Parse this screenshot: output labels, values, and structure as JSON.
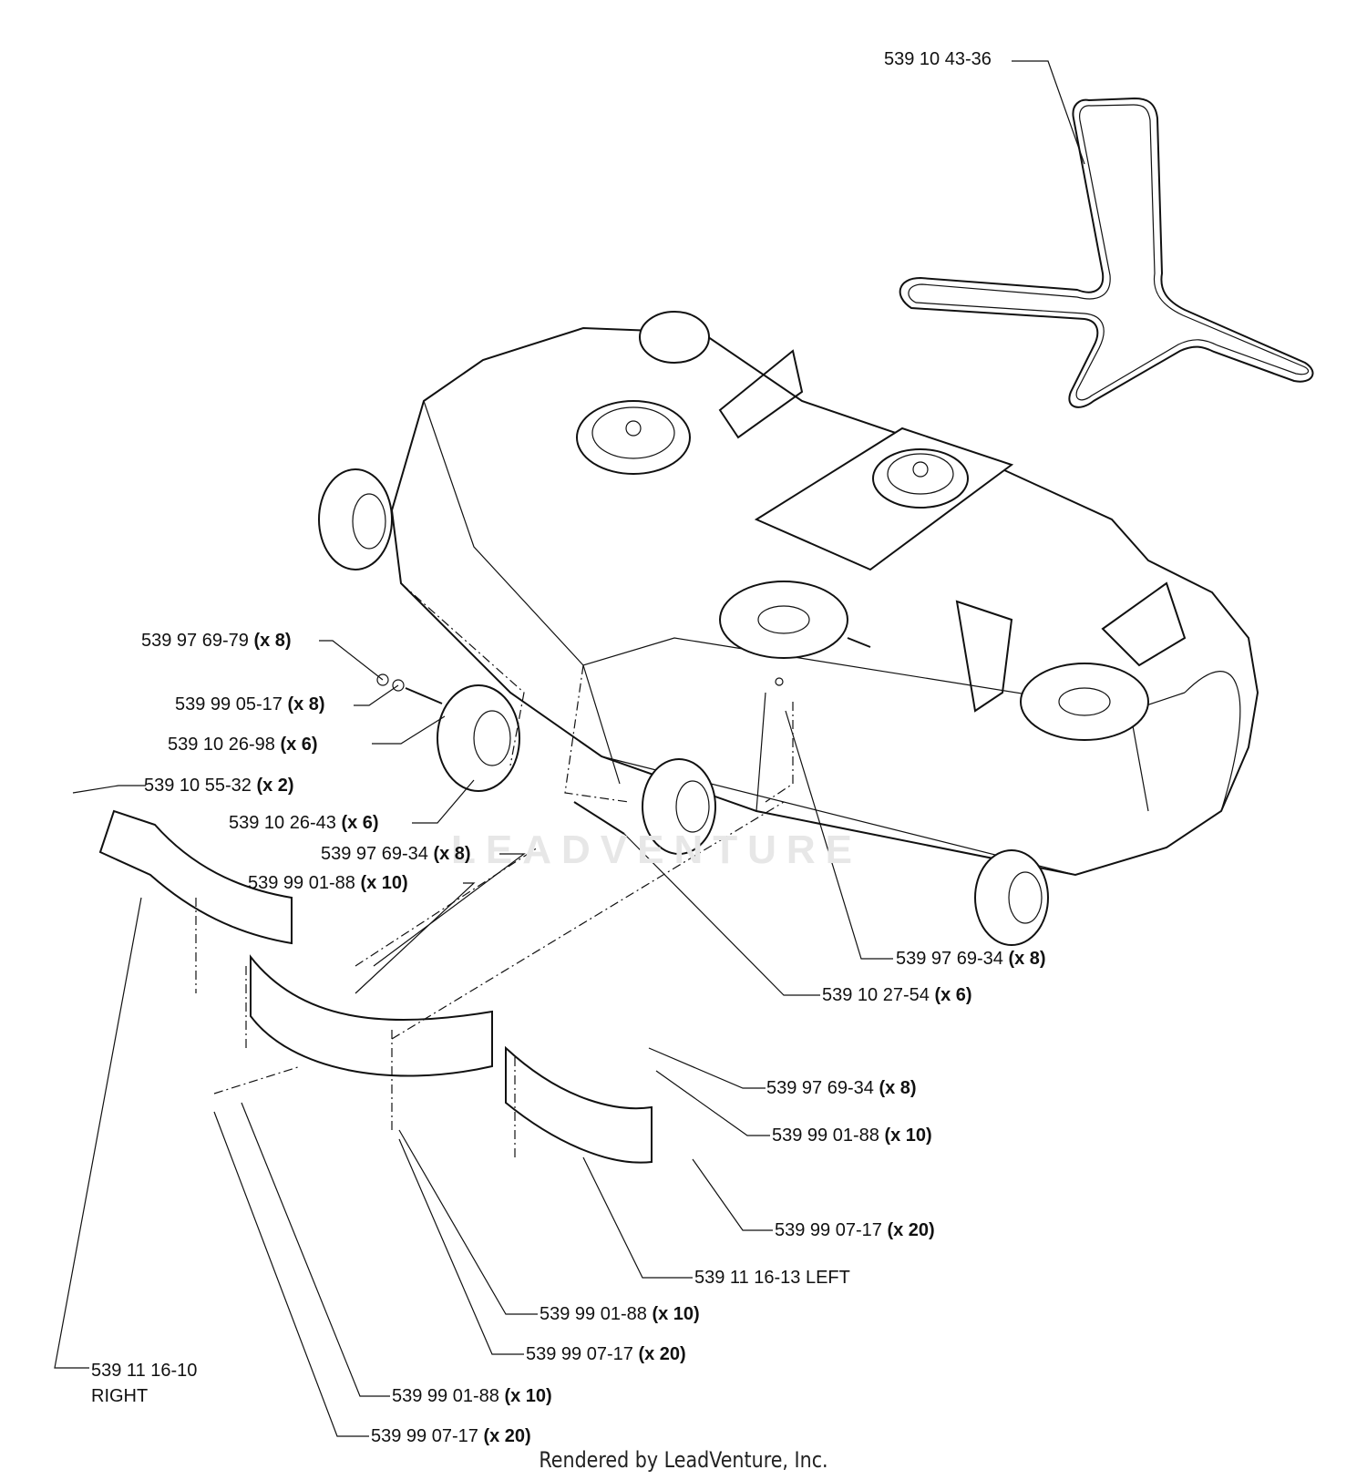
{
  "diagram": {
    "watermark": "LEADVENTURE",
    "footer": "Rendered by LeadVenture, Inc.",
    "callouts": [
      {
        "id": "belt",
        "part": "539 10 43-36",
        "qty": ""
      },
      {
        "id": "c1",
        "part": "539 97 69-79",
        "qty": "(x 8)"
      },
      {
        "id": "c2",
        "part": "539 99 05-17",
        "qty": "(x 8)"
      },
      {
        "id": "c3",
        "part": "539 10 26-98",
        "qty": "(x 6)"
      },
      {
        "id": "c4",
        "part": "539 10 55-32",
        "qty": "(x 2)"
      },
      {
        "id": "c5",
        "part": "539 10 26-43",
        "qty": "(x 6)"
      },
      {
        "id": "c6",
        "part": "539 97 69-34",
        "qty": "(x 8)"
      },
      {
        "id": "c7",
        "part": "539 99 01-88",
        "qty": "(x 10)"
      },
      {
        "id": "c8",
        "part": "539 97 69-34",
        "qty": "(x 8)"
      },
      {
        "id": "c9",
        "part": "539 10 27-54",
        "qty": "(x 6)"
      },
      {
        "id": "c10",
        "part": "539 97 69-34",
        "qty": "(x 8)"
      },
      {
        "id": "c11",
        "part": "539 99 01-88",
        "qty": "(x 10)"
      },
      {
        "id": "c12",
        "part": "539 99 07-17",
        "qty": "(x 20)"
      },
      {
        "id": "c13",
        "part": "539 11 16-13 LEFT",
        "qty": ""
      },
      {
        "id": "c14",
        "part": "539 99 01-88",
        "qty": "(x 10)"
      },
      {
        "id": "c15",
        "part": "539 99 07-17",
        "qty": "(x 20)"
      },
      {
        "id": "c16",
        "part": "539 11 16-10",
        "qty": "RIGHT"
      },
      {
        "id": "c17",
        "part": "539 99 01-88",
        "qty": "(x 10)"
      },
      {
        "id": "c18",
        "part": "539 99 07-17",
        "qty": "(x 20)"
      }
    ]
  }
}
